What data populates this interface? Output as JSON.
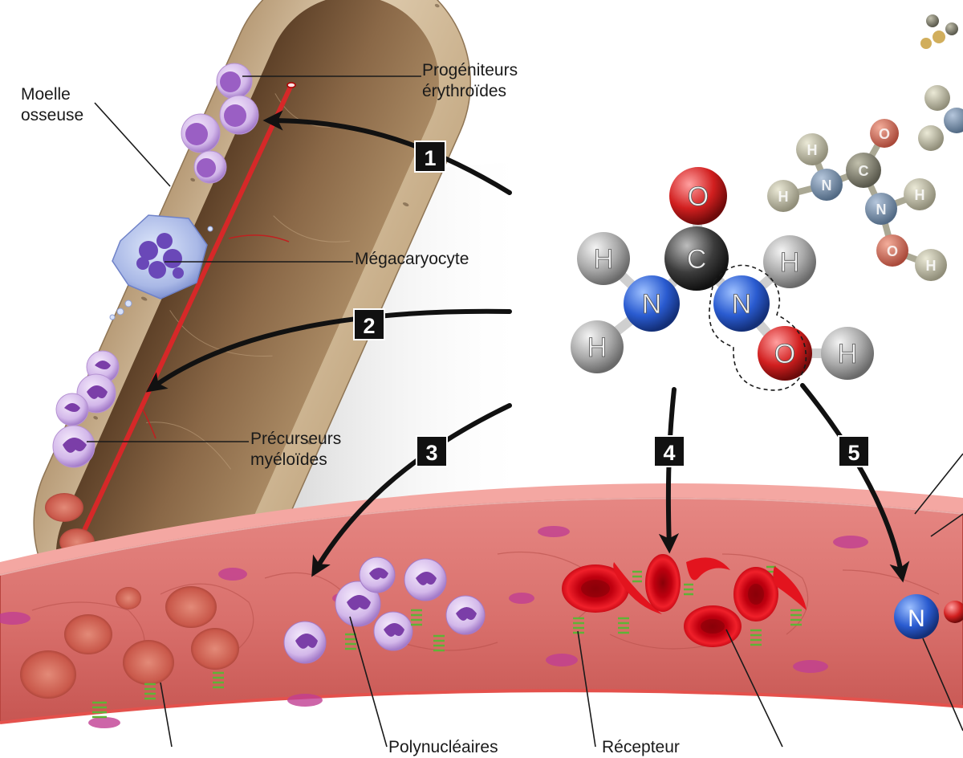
{
  "labels": {
    "bone_marrow": [
      "Moelle",
      "osseuse"
    ],
    "erythroid_progenitors": [
      "Progéniteurs",
      "érythroïdes"
    ],
    "megakaryocyte": "Mégacaryocyte",
    "myeloid_precursors": [
      "Précurseurs",
      "myéloïdes"
    ],
    "polynuclear": "Polynucléaires",
    "receptor": "Récepteur"
  },
  "steps": [
    "1",
    "2",
    "3",
    "4",
    "5"
  ],
  "molecule_main": {
    "atoms": [
      "H",
      "H",
      "N",
      "C",
      "O",
      "N",
      "H",
      "O",
      "H"
    ]
  },
  "molecule_small": {
    "atoms": [
      "H",
      "H",
      "N",
      "C",
      "O",
      "N",
      "H",
      "O",
      "H"
    ]
  },
  "vessel_atom": "N",
  "colors": {
    "bone": "#d9c3a3",
    "marrow": "#7a5a3e",
    "vessel": "#d9706c",
    "red_cell": "#e3141e",
    "leukocyte": "#b58fd6",
    "hydrogen": "#a8a8a8",
    "nitrogen": "#2a5bd0",
    "carbon": "#3c3c3c",
    "oxygen": "#d11f1f"
  }
}
